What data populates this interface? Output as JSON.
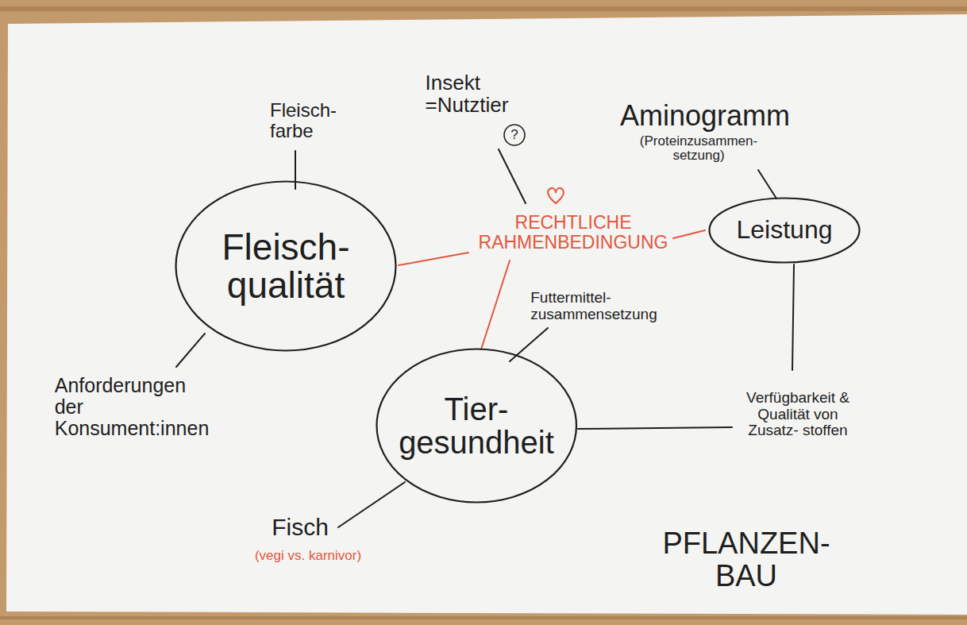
{
  "diagram": {
    "nodes": [
      {
        "text": [
          "Fleisch- qualität"
        ]
      },
      {
        "text": [
          "Leistung"
        ]
      },
      {
        "text": [
          "Tier- gesundheit"
        ]
      }
    ],
    "labels": [
      "Insekt =Nutztier",
      "?",
      "Fleisch- farbe",
      "Aminogramm",
      "(Proteinzusammen- setzung)",
      "RECHTLICHE RAHMENBEDINGUNG",
      "Futtermittel- zusammensetzung",
      "Anforderungen der Konsument:innen",
      "Verfügbarkeit & Qualität von Zusatz- stoffen",
      "Fisch",
      "(vegi vs. karnivor)",
      "PFLANZEN- BAU"
    ]
  }
}
